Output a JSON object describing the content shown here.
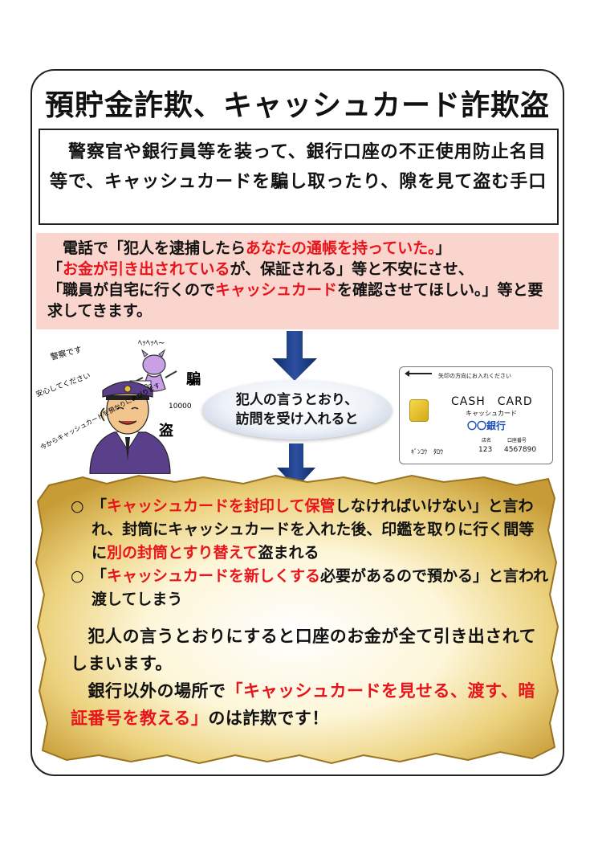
{
  "title": "預貯金詐欺、キャッシュカード詐欺盗",
  "summary": {
    "text": "　警察官や銀行員等を装って、銀行口座の不正使用防止名目等で、キャッシュカードを騙し取ったり、隙を見て盗む手口"
  },
  "phone_call": {
    "p1": "　電話で「犯人を逮捕したら",
    "p1_red": "あなたの通帳を持っていた。",
    "p1_end": "」",
    "p2_start": "「",
    "p2_red": "お金が引き出されている",
    "p2_end": "が、保証される」等と不安にさせ、",
    "p3_start": "「職員が自宅に行くので",
    "p3_red": "キャッシュカード",
    "p3_end": "を確認させてほしい。」等と要求してきます。"
  },
  "ellipse": {
    "line1": "犯人の言うとおり、",
    "line2": "訪問を受け入れると"
  },
  "card": {
    "hint": "矢印の方向にお入れください",
    "cash_card": "CASH　CARD",
    "kana": "キャッシュカード",
    "bank": "〇〇銀行",
    "branch_label": "店名",
    "account_label": "口座番号",
    "holder": "ｷﾞﾝｺｳ　ﾀﾛｳ",
    "branch": "123",
    "account": "4567890"
  },
  "illustration": {
    "speech1": "警察です",
    "speech2": "安心してください",
    "speech3": "今からキャッシュカードを預かりにあがります",
    "devil": "ﾍｯﾍｯﾍ~",
    "kanji1": "騙",
    "kanji2": "盗",
    "money": "10000"
  },
  "scroll": {
    "b1_mark": "○",
    "b1_start": "「",
    "b1_red1": "キャッシュカードを封印して保管",
    "b1_mid": "しなければいけない」と言われ、封筒にキャッシュカードを入れた後、印鑑を取りに行く間等に",
    "b1_red2": "別の封筒とすり替えて",
    "b1_end": "盗まれる",
    "b2_mark": "○",
    "b2_start": "「",
    "b2_red": "キャッシュカードを新しくする",
    "b2_end": "必要があるので預かる」と言われ渡してしまう",
    "c1": "　犯人の言うとおりにすると口座のお金が全て引き出されてしまいます。",
    "c2_start": "　銀行以外の場所で",
    "c2_red": "「キャッシュカードを見せる、渡す、暗証番号を教える」",
    "c2_end": "のは詐欺です！"
  },
  "colors": {
    "red": "#e8141c",
    "pink": "#f9d5cd",
    "arrow": "#1a3a80",
    "scroll": "#e5c56a"
  }
}
